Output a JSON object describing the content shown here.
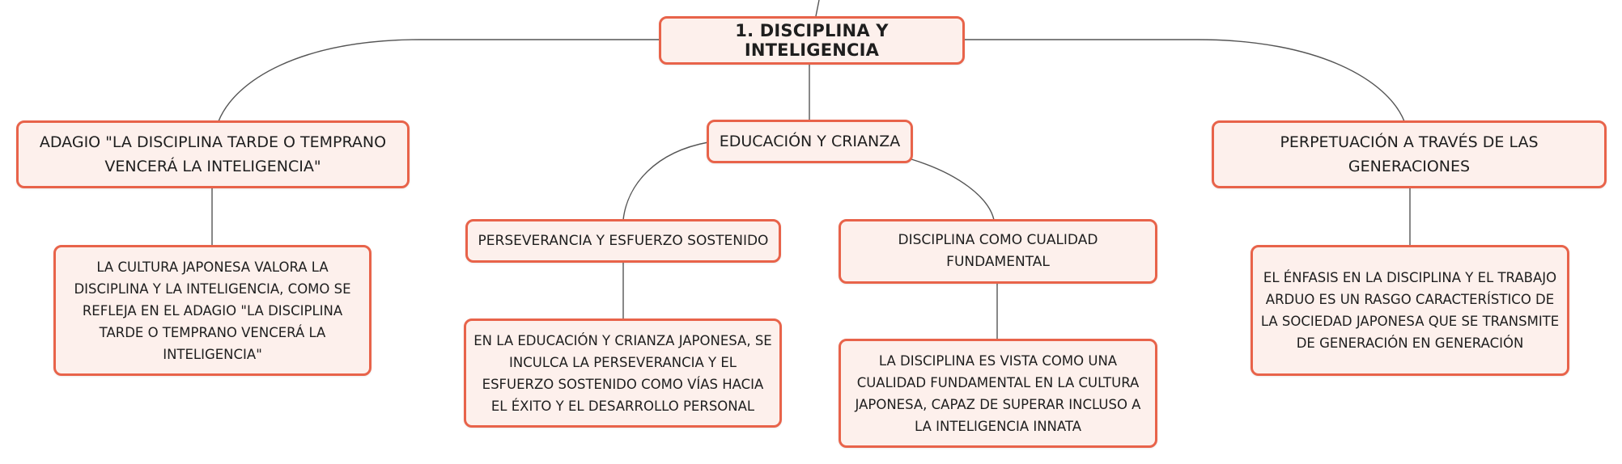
{
  "colors": {
    "node_fill": "#fdf0ec",
    "node_border": "#e8634a",
    "connector": "#555555",
    "text": "#1e1e1e"
  },
  "root": {
    "label": "1. DISCIPLINA Y INTELIGENCIA"
  },
  "branches": {
    "adagio": {
      "label": "ADAGIO \"LA DISCIPLINA TARDE O TEMPRANO VENCERÁ LA INTELIGENCIA\"",
      "detail": "LA CULTURA JAPONESA VALORA LA DISCIPLINA Y LA INTELIGENCIA, COMO SE REFLEJA EN EL ADAGIO \"LA DISCIPLINA TARDE O TEMPRANO VENCERÁ LA INTELIGENCIA\""
    },
    "educacion": {
      "label": "EDUCACIÓN Y CRIANZA",
      "children": {
        "perseverancia": {
          "label": "PERSEVERANCIA Y ESFUERZO SOSTENIDO",
          "detail": "EN LA EDUCACIÓN Y CRIANZA JAPONESA, SE INCULCA LA PERSEVERANCIA Y EL ESFUERZO SOSTENIDO COMO VÍAS HACIA EL ÉXITO Y EL DESARROLLO PERSONAL"
        },
        "disciplina": {
          "label": "DISCIPLINA COMO CUALIDAD FUNDAMENTAL",
          "detail": "LA DISCIPLINA ES VISTA COMO UNA CUALIDAD FUNDAMENTAL EN LA CULTURA JAPONESA, CAPAZ DE SUPERAR INCLUSO A LA INTELIGENCIA INNATA"
        }
      }
    },
    "perpetuacion": {
      "label": "PERPETUACIÓN A TRAVÉS DE LAS GENERACIONES",
      "detail": "EL ÉNFASIS EN LA DISCIPLINA Y EL TRABAJO ARDUO ES UN RASGO CARACTERÍSTICO DE LA SOCIEDAD JAPONESA QUE SE TRANSMITE DE GENERACIÓN EN GENERACIÓN"
    }
  }
}
